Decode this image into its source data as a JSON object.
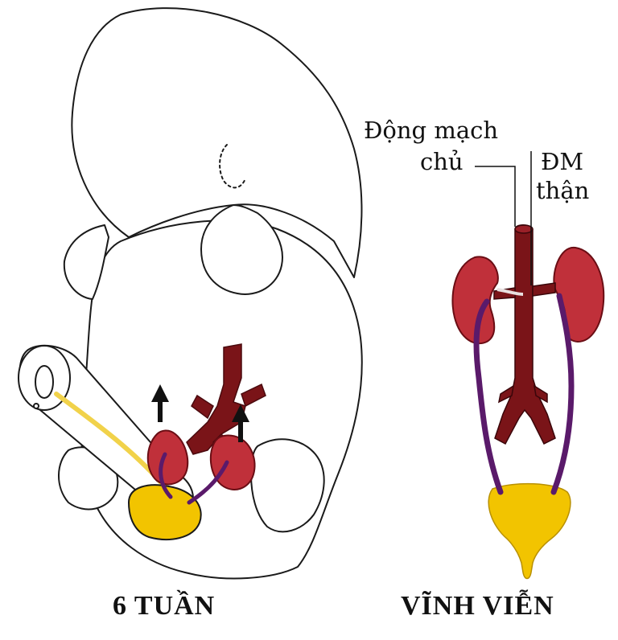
{
  "labels": {
    "aorta_line1": "Động mạch",
    "aorta_line2": "chủ",
    "renal_line1": "ĐM",
    "renal_line2": "thận"
  },
  "captions": {
    "left": "6 TUẦN",
    "right": "VĨNH VIỄN"
  },
  "colors": {
    "outline": "#1a1a1a",
    "kidney": "#c0303a",
    "kidney_dark": "#8a1a22",
    "vessel": "#7a1418",
    "ureter": "#5a1a6a",
    "bladder": "#f2c400",
    "cord_yellow": "#f1d24a"
  }
}
